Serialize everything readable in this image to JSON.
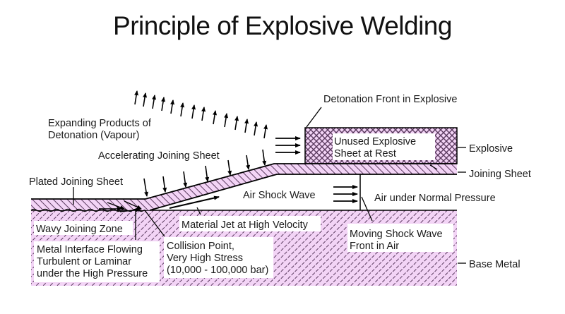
{
  "title": "Principle of Explosive Welding",
  "colors": {
    "fill": "#f3d4f6",
    "hatch": "#5a3a5e",
    "line": "#000000"
  },
  "labels": {
    "expanding_1": "Expanding Products of",
    "expanding_2": "Detonation (Vapour)",
    "detonation_front": "Detonation Front in Explosive",
    "accelerating": "Accelerating Joining Sheet",
    "unused_1": "Unused Explosive",
    "unused_2": "Sheet at Rest",
    "explosive": "Explosive",
    "joining_sheet": "Joining Sheet",
    "plated": "Plated Joining Sheet",
    "air_shock": "Air Shock Wave",
    "air_normal": "Air under Normal Pressure",
    "material_jet": "Material Jet at High Velocity",
    "wavy": "Wavy Joining Zone",
    "moving_1": "Moving Shock Wave",
    "moving_2": "Front in Air",
    "metal_1": "Metal Interface Flowing",
    "metal_2": "Turbulent or Laminar",
    "metal_3": "under the High Pressure",
    "collision_1": "Collision Point,",
    "collision_2": "Very High Stress",
    "collision_3": "(10,000 - 100,000 bar)",
    "base_metal": "Base Metal"
  }
}
